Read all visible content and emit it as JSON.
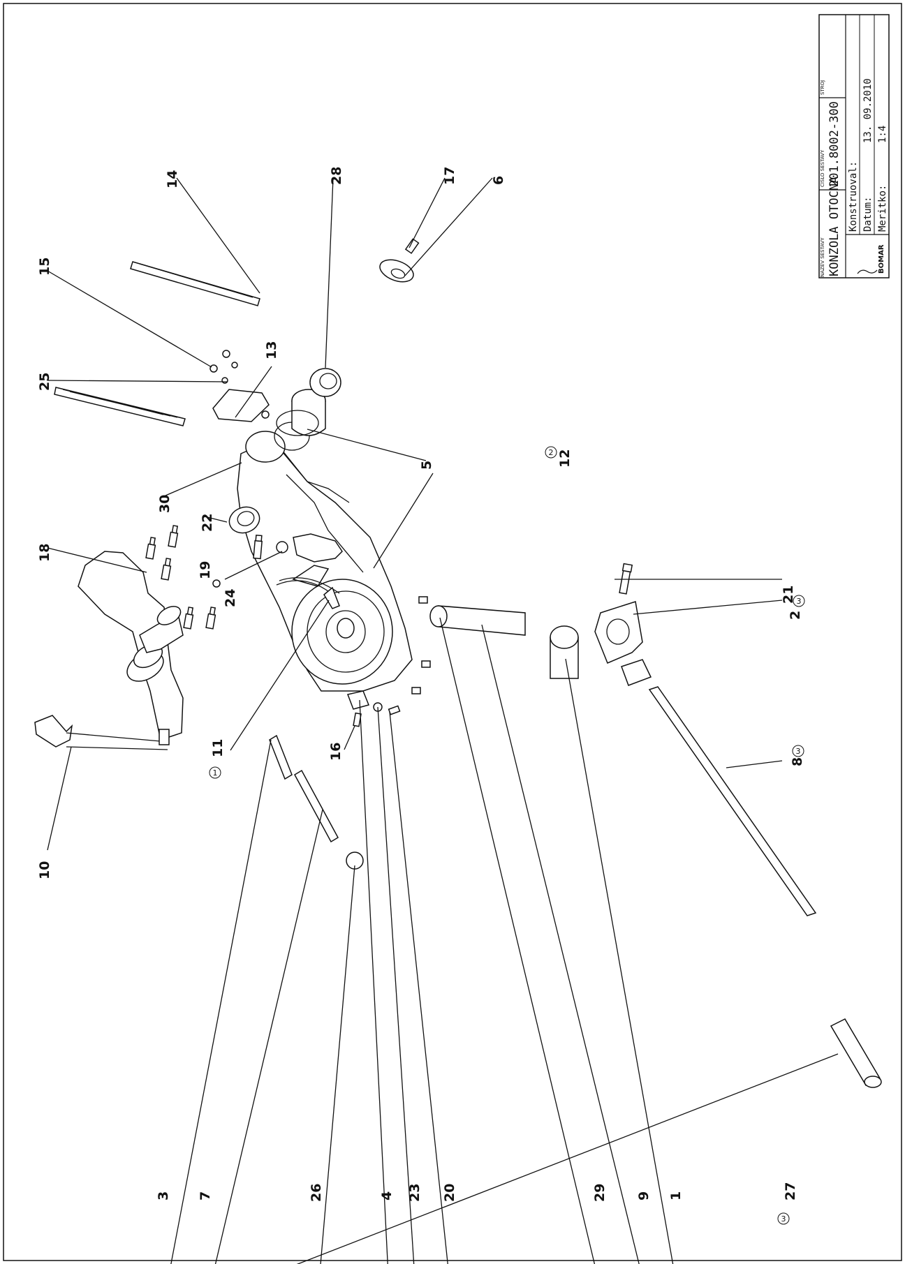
{
  "title_block": {
    "assembly_name_caption": "NAZEV SESTAVY",
    "assembly_name": "KONZOLA OTOCNA",
    "assembly_number_caption": "CISLO SESTAVY",
    "assembly_number": "201.8002-300",
    "machine_caption": "STROJ",
    "designer_label": "Konstruoval:",
    "date_label": "Datum:",
    "date_value": "13. 09.2010",
    "scale_label": "Meritko:",
    "scale_value": "1:4",
    "logo_text": "BOMAR"
  },
  "part_labels": {
    "p1": "1",
    "p2": "2",
    "p3": "3",
    "p4": "4",
    "p5": "5",
    "p6": "6",
    "p7": "7",
    "p8": "8",
    "p9": "9",
    "p10": "10",
    "p11": "11",
    "p12": "12",
    "p13": "13",
    "p14": "14",
    "p15": "15",
    "p16": "16",
    "p17": "17",
    "p18": "18",
    "p19": "19",
    "p20": "20",
    "p21": "21",
    "p22": "22",
    "p23": "23",
    "p24": "24",
    "p25": "25",
    "p26": "26",
    "p27": "27",
    "p28": "28",
    "p29": "29",
    "p30": "30"
  },
  "circled_notes": {
    "n11": "1",
    "n12": "2",
    "n2": "3",
    "n8": "3",
    "n27": "3"
  }
}
